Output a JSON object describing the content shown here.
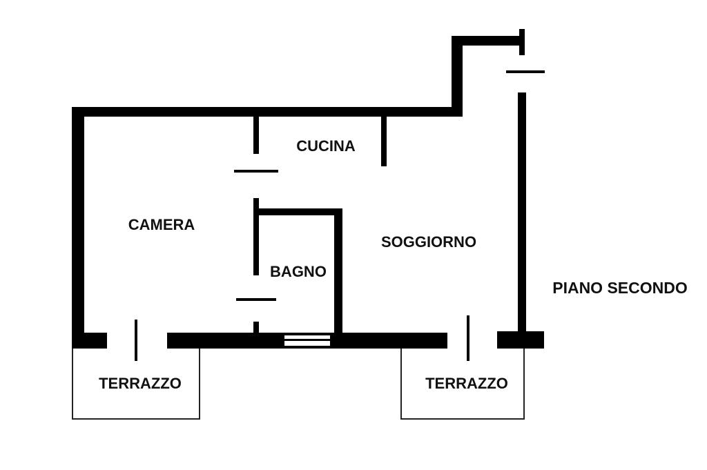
{
  "floor": {
    "label": "PIANO SECONDO"
  },
  "rooms": {
    "cucina": "CUCINA",
    "camera": "CAMERA",
    "bagno": "BAGNO",
    "soggiorno": "SOGGIORNO",
    "terrazzo_left": "TERRAZZO",
    "terrazzo_right": "TERRAZZO"
  },
  "colors": {
    "wall": "#000000",
    "background": "#ffffff",
    "outline": "#222222"
  }
}
